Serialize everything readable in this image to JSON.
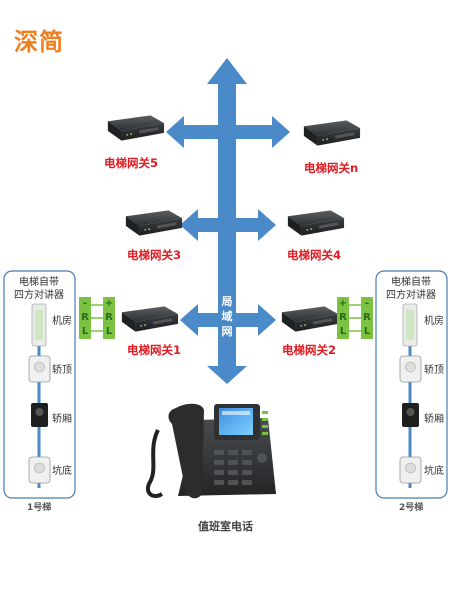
{
  "logo": {
    "text": "深简",
    "color": "#f07f1e"
  },
  "network": {
    "label_chars": [
      "局",
      "域",
      "网"
    ],
    "arrow_color": "#4a8ac9"
  },
  "gateways": [
    {
      "id": "gw5",
      "label": "电梯网关5"
    },
    {
      "id": "gwn",
      "label": "电梯网关n"
    },
    {
      "id": "gw3",
      "label": "电梯网关3"
    },
    {
      "id": "gw4",
      "label": "电梯网关4"
    },
    {
      "id": "gw1",
      "label": "电梯网关1"
    },
    {
      "id": "gw2",
      "label": "电梯网关2"
    }
  ],
  "elevators": [
    {
      "title_lines": [
        "电梯自带",
        "四方对讲器"
      ],
      "parts": [
        "机房",
        "轿顶",
        "轿厢",
        "坑底"
      ],
      "name": "1号梯"
    },
    {
      "title_lines": [
        "电梯自带",
        "四方对讲器"
      ],
      "parts": [
        "机房",
        "轿顶",
        "轿厢",
        "坑底"
      ],
      "name": "2号梯"
    }
  ],
  "terminals": {
    "plus": "+",
    "minus": "-",
    "r": "R",
    "l": "L"
  },
  "phone": {
    "label": "值班室电话"
  },
  "colors": {
    "gateway_label": "#e11b22",
    "box_border": "#4a7ab8",
    "cable": "#4a8ac9",
    "terminal_green": "#7cc242"
  }
}
